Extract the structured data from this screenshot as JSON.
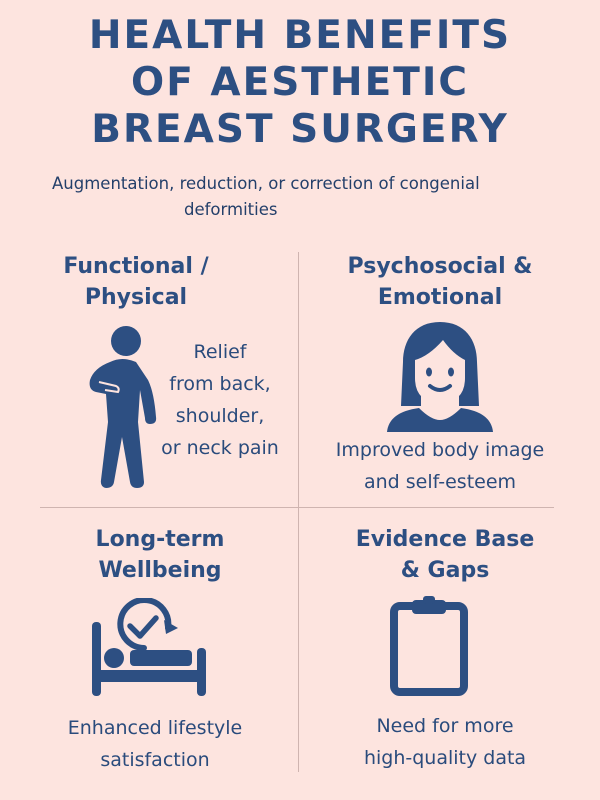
{
  "title": {
    "lines": [
      "HEALTH BENEFITS",
      "OF AESTHETIC",
      "BREAST SURGERY"
    ]
  },
  "subtitle": {
    "line1": "Augmentation, reduction, or correction of congenial",
    "line2": "deformities"
  },
  "colors": {
    "background": "#fde4df",
    "primary": "#2d4f82",
    "divider": "#cfb4b0"
  },
  "quadrants": [
    {
      "title_lines": [
        "Functional /",
        "Physical"
      ],
      "icon": "person-back-pain-icon",
      "text_lines": [
        "Relief",
        "from back,",
        "shoulder,",
        "or neck pain"
      ]
    },
    {
      "title_lines": [
        "Psychosocial &",
        "Emotional"
      ],
      "icon": "smiling-woman-icon",
      "text_lines": [
        "Improved body image",
        "and self-esteem"
      ]
    },
    {
      "title_lines": [
        "Long-term",
        "Wellbeing"
      ],
      "icon": "bed-check-cycle-icon",
      "text_lines": [
        "Enhanced lifestyle",
        "satisfaction"
      ]
    },
    {
      "title_lines": [
        "Evidence Base",
        "& Gaps"
      ],
      "icon": "clipboard-icon",
      "text_lines": [
        "Need for more",
        "high-quality data"
      ]
    }
  ]
}
